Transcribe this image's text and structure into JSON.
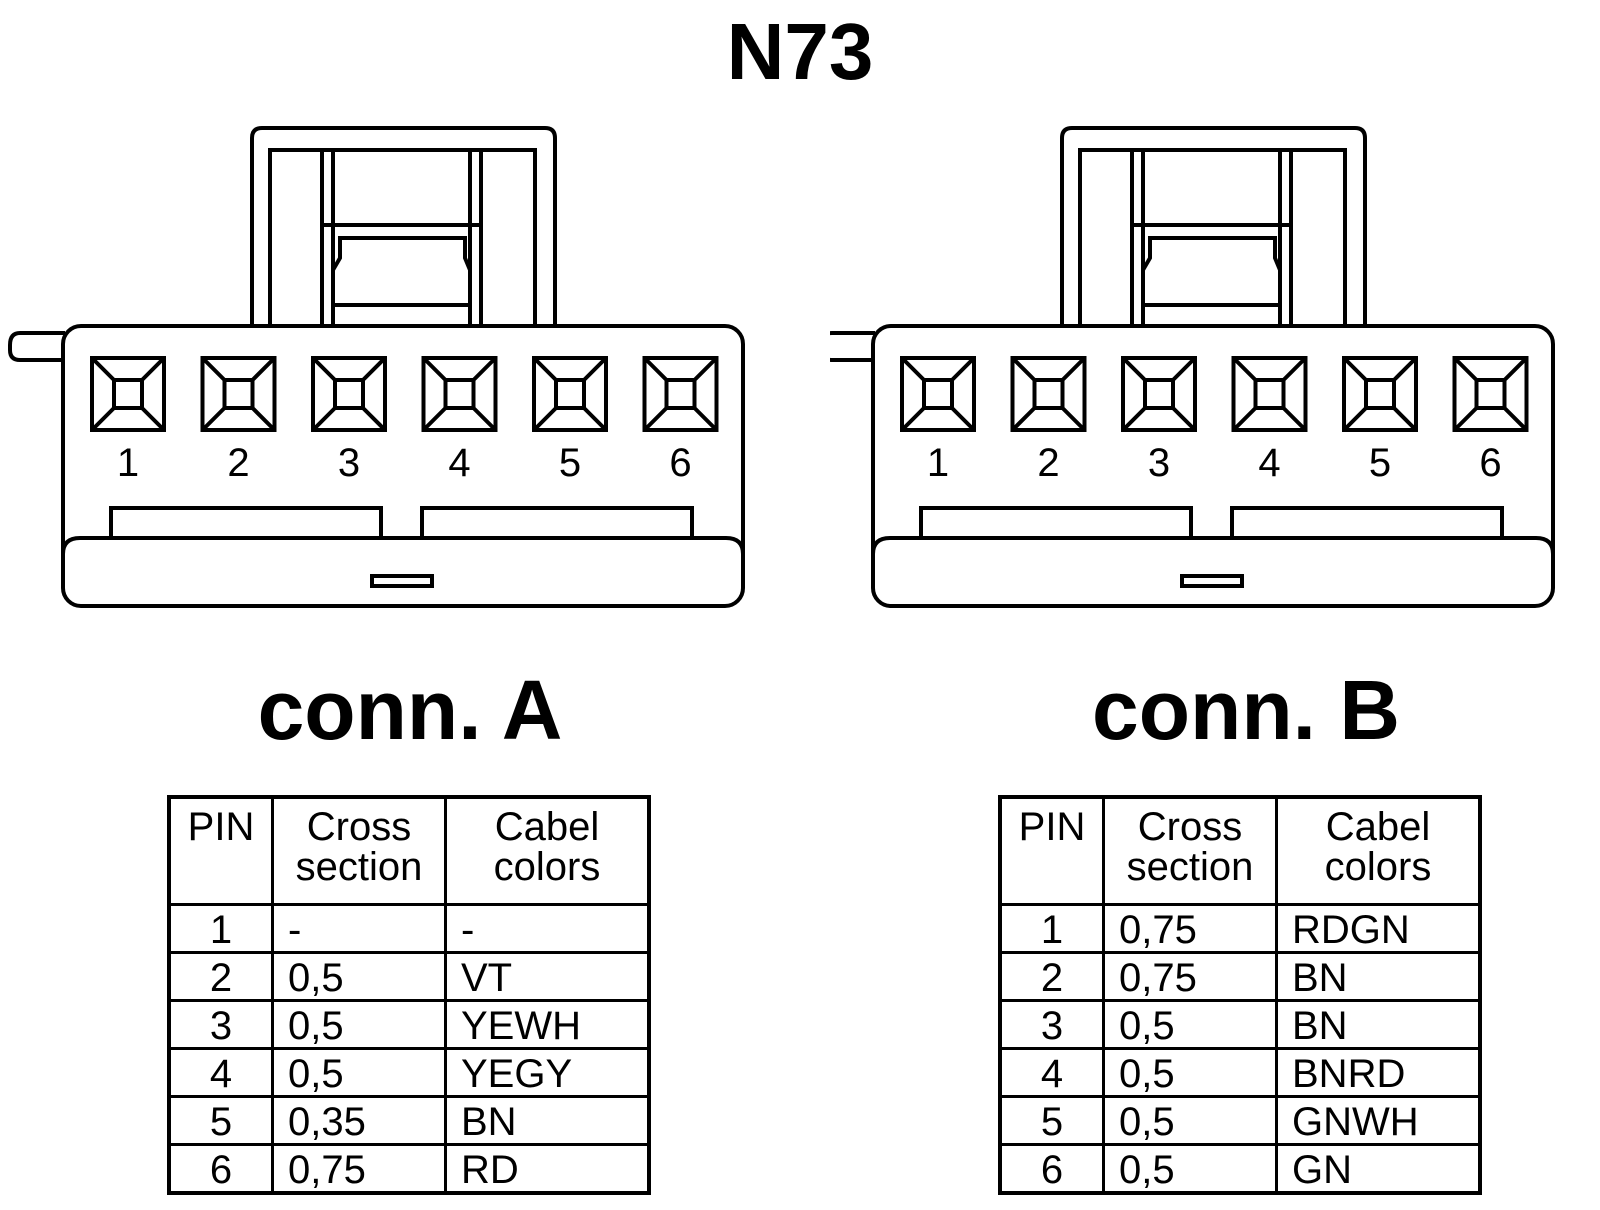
{
  "title": "N73",
  "connectors": [
    {
      "label": "conn. A",
      "pin_numbers": [
        "1",
        "2",
        "3",
        "4",
        "5",
        "6"
      ],
      "table": {
        "headers": [
          "PIN",
          "Cross\nsection",
          "Cabel\ncolors"
        ],
        "rows": [
          [
            "1",
            "-",
            "-"
          ],
          [
            "2",
            "0,5",
            "VT"
          ],
          [
            "3",
            "0,5",
            "YEWH"
          ],
          [
            "4",
            "0,5",
            "YEGY"
          ],
          [
            "5",
            "0,35",
            "BN"
          ],
          [
            "6",
            "0,75",
            "RD"
          ]
        ]
      }
    },
    {
      "label": "conn. B",
      "pin_numbers": [
        "1",
        "2",
        "3",
        "4",
        "5",
        "6"
      ],
      "table": {
        "headers": [
          "PIN",
          "Cross\nsection",
          "Cabel\ncolors"
        ],
        "rows": [
          [
            "1",
            "0,75",
            "RDGN"
          ],
          [
            "2",
            "0,75",
            "BN"
          ],
          [
            "3",
            "0,5",
            "BN"
          ],
          [
            "4",
            "0,5",
            "BNRD"
          ],
          [
            "5",
            "0,5",
            "GNWH"
          ],
          [
            "6",
            "0,5",
            "GN"
          ]
        ]
      }
    }
  ]
}
